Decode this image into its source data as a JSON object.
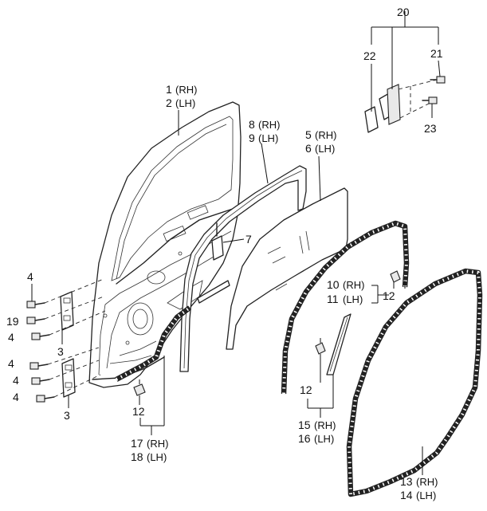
{
  "labels": {
    "p1": "1",
    "p1_side": "(RH)",
    "p2": "2",
    "p2_side": "(LH)",
    "p3a": "3",
    "p3b": "3",
    "p4a": "4",
    "p4b": "4",
    "p4c": "4",
    "p4d": "4",
    "p4e": "4",
    "p5": "5",
    "p5_side": "(RH)",
    "p6": "6",
    "p6_side": "(LH)",
    "p7": "7",
    "p8": "8",
    "p8_side": "(RH)",
    "p9": "9",
    "p9_side": "(LH)",
    "p10": "10",
    "p10_side": "(RH)",
    "p11": "11",
    "p11_side": "(LH)",
    "p12a": "12",
    "p12b": "12",
    "p12c": "12",
    "p13": "13",
    "p13_side": "(RH)",
    "p14": "14",
    "p14_side": "(LH)",
    "p15": "15",
    "p15_side": "(RH)",
    "p16": "16",
    "p16_side": "(LH)",
    "p17": "17",
    "p17_side": "(RH)",
    "p18": "18",
    "p18_side": "(LH)",
    "p19": "19",
    "p20": "20",
    "p21": "21",
    "p22": "22",
    "p23": "23"
  }
}
